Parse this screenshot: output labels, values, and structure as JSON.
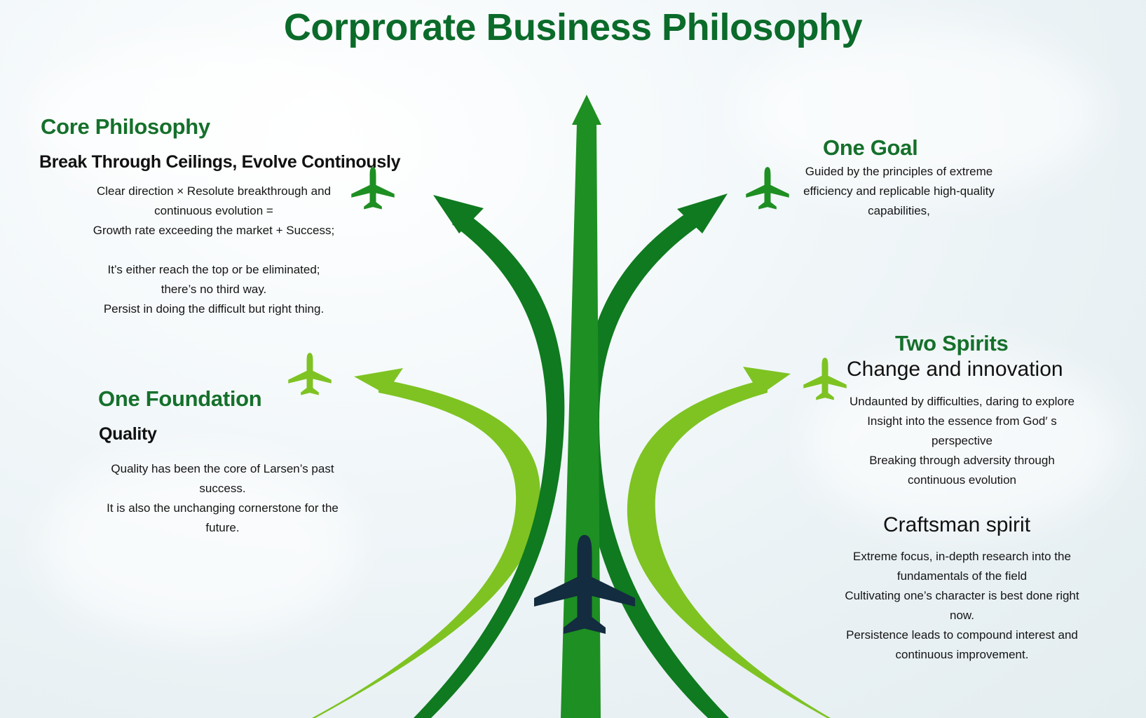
{
  "title": "Corprorate Business Philosophy",
  "colors": {
    "title_green": "#0b6b2a",
    "dark_green": "#0f7a1f",
    "mid_green": "#1e8f22",
    "light_green": "#7ec322",
    "plane_navy": "#132c3f"
  },
  "icons": [
    "airplane-icon",
    "arrow-icon"
  ],
  "core_philosophy": {
    "heading": "Core Philosophy",
    "subheading": "Break Through Ceilings, Evolve Continously",
    "lines": [
      "Clear direction × Resolute breakthrough and",
      "continuous evolution =",
      "Growth rate exceeding the market + Success;",
      "",
      "It’s either reach the top or be eliminated;",
      "there’s no third way.",
      "Persist in doing the difficult but right thing."
    ]
  },
  "one_foundation": {
    "heading": "One Foundation",
    "subheading": "Quality",
    "lines": [
      "Quality has been the core of Larsen’s past",
      "success.",
      "It is also the unchanging cornerstone for the",
      "future."
    ]
  },
  "one_goal": {
    "heading": "One Goal",
    "lines": [
      "Guided by the principles of extreme",
      "efficiency and replicable high-quality",
      "capabilities,"
    ]
  },
  "two_spirits": {
    "heading": "Two Spirits",
    "spirit1": {
      "heading": "Change and innovation",
      "lines": [
        "Undaunted by difficulties, daring to explore",
        "Insight into the essence from God′ s",
        "perspective",
        "Breaking through adversity through",
        "continuous evolution"
      ]
    },
    "spirit2": {
      "heading": "Craftsman spirit",
      "lines": [
        "Extreme focus, in-depth research into the",
        "fundamentals of the field",
        "Cultivating one’s character is best done right",
        "now.",
        "Persistence leads to compound interest and",
        "continuous improvement."
      ]
    }
  }
}
